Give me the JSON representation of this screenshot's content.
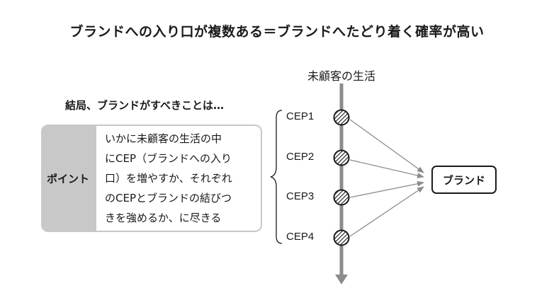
{
  "title": "ブランドへの入り口が複数ある＝ブランドへたどり着く確率が高い",
  "timeline_label": "未顧客の生活",
  "conclusion_heading": "結局、ブランドがすべきことは…",
  "point": {
    "label": "ポイント",
    "lines": [
      "いかに未顧客の生活の中",
      "にCEP（ブランドへの入り",
      "口）を増やすか、それぞれ",
      "のCEPとブランドの結びつ",
      "きを強めるか、に尽きる"
    ]
  },
  "ceps": [
    "CEP1",
    "CEP2",
    "CEP3",
    "CEP4"
  ],
  "brand": "ブランド",
  "colors": {
    "axis": "#8c8c8c",
    "arrow": "#8c8c8c",
    "point_bg": "#c8c8c8",
    "text": "#1a1a1a"
  }
}
